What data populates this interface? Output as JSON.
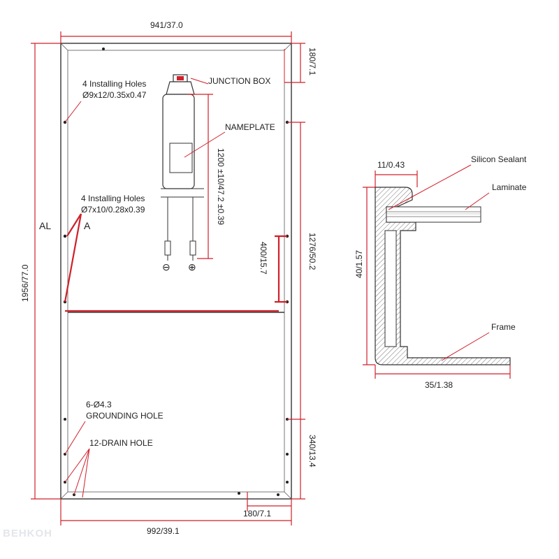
{
  "panel": {
    "width_top": "941/37.0",
    "width_bottom": "992/39.1",
    "height_total": "1956/77.0",
    "top_offset": "180/7.1",
    "mount_spacing": "1276/50.2",
    "bottom_offset": "340/13.4",
    "bottom_drain_offset": "180/7.1",
    "cable_length": "1200 ±10/47.2 ±0.39",
    "section_marker": "400/15.7",
    "section_label_left": "AL",
    "section_label_right": "A"
  },
  "callouts": {
    "installing_holes_top_title": "4 Installing Holes",
    "installing_holes_top_spec": "Ø9x12/0.35x0.47",
    "installing_holes_mid_title": "4 Installing Holes",
    "installing_holes_mid_spec": "Ø7x10/0.28x0.39",
    "junction_box": "JUNCTION BOX",
    "nameplate": "NAMEPLATE",
    "grounding_count": "6-Ø4.3",
    "grounding_label": "GROUNDING HOLE",
    "drain_label": "12-DRAIN HOLE",
    "minus_symbol": "⊖",
    "plus_symbol": "⊕"
  },
  "section": {
    "width_top": "11/0.43",
    "height": "40/1.57",
    "width_bottom": "35/1.38",
    "silicon_sealant": "Silicon Sealant",
    "laminate": "Laminate",
    "frame": "Frame"
  },
  "watermark": "BEHKOH",
  "colors": {
    "dimension_red": "#d0202a",
    "outline_dark": "#333333",
    "hatch_gray": "#888888"
  }
}
